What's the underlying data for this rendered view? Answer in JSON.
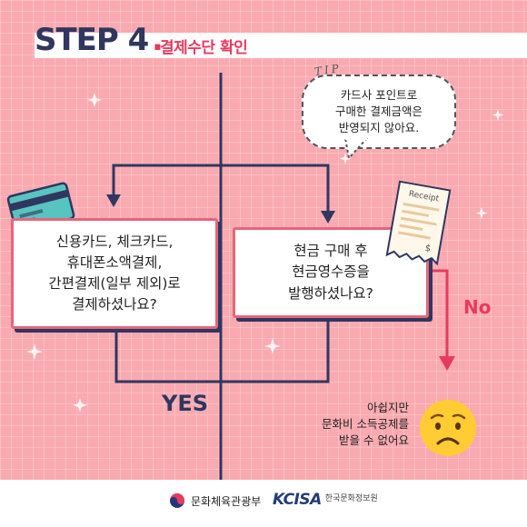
{
  "header": {
    "step": "STEP 4",
    "title": "결제수단 확인"
  },
  "tip": {
    "label": "TIP",
    "text": "카드사 포인트로\n구매한 결제금액은\n반영되지 않아요."
  },
  "box_left": {
    "text": "신용카드, 체크카드,\n휴대폰소액결제,\n간편결제(일부 제외)로\n결제하셨나요?"
  },
  "box_right": {
    "text": "현금 구매 후\n현금영수증을\n발행하셨나요?"
  },
  "receipt": {
    "title": "Receipt",
    "currency": "$"
  },
  "labels": {
    "no": "No",
    "yes": "YES"
  },
  "result": {
    "text": "아쉽지만\n문화비 소득공제를\n받을 수 없어요"
  },
  "footer": {
    "ministry": "문화체육관광부",
    "kcisa_mark": "KCISA",
    "kcisa_sub": "한국문화정보원"
  },
  "colors": {
    "background": "#f9aab0",
    "navy": "#2f3760",
    "accent_red": "#e63b5f",
    "box_border": "#e5667a"
  }
}
